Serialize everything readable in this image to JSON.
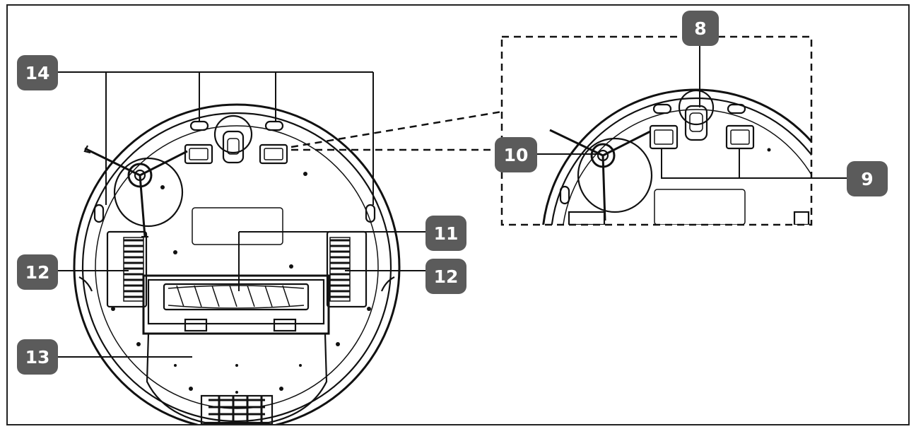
{
  "callouts": [
    {
      "id": "c8",
      "label": "8"
    },
    {
      "id": "c9",
      "label": "9"
    },
    {
      "id": "c10",
      "label": "10"
    },
    {
      "id": "c11",
      "label": "11"
    },
    {
      "id": "c12a",
      "label": "12"
    },
    {
      "id": "c12b",
      "label": "12"
    },
    {
      "id": "c13",
      "label": "13"
    },
    {
      "id": "c14",
      "label": "14"
    }
  ],
  "colors": {
    "callout_bg": "#5b5b5b",
    "line": "#111111",
    "background": "#ffffff"
  }
}
